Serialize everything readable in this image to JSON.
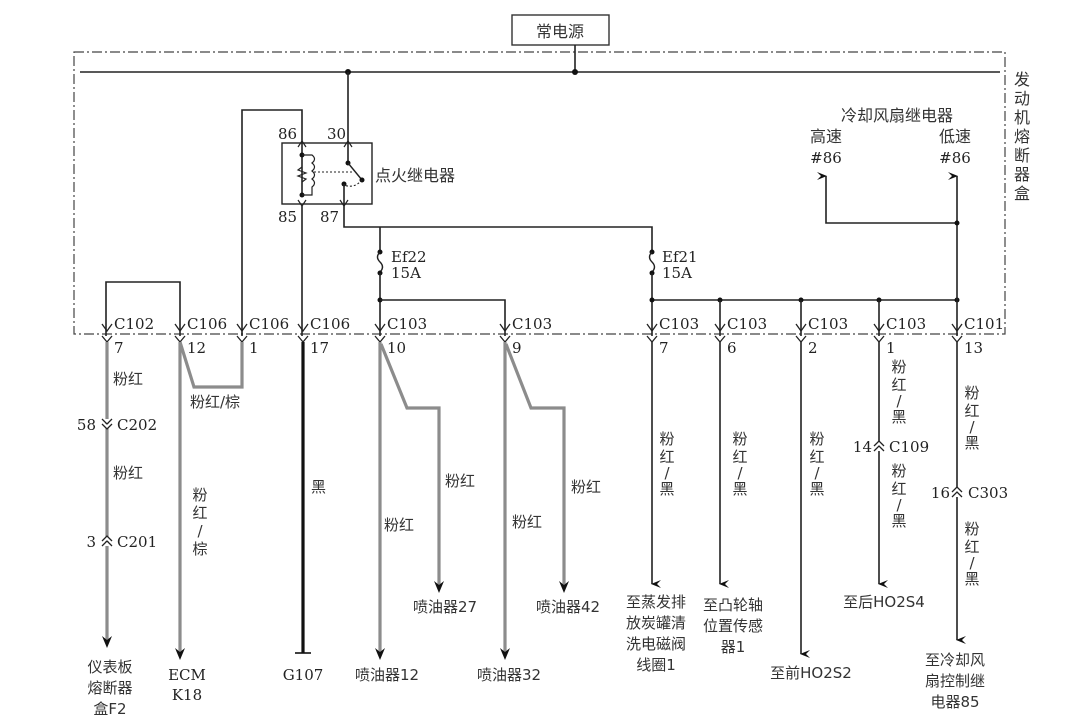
{
  "power_source": {
    "label": "常电源"
  },
  "fuse_box": {
    "label_vertical": [
      "发",
      "动",
      "机",
      "熔",
      "断",
      "器",
      "盒"
    ]
  },
  "ignition_relay": {
    "label": "点火继电器",
    "pins": {
      "p86": "86",
      "p30": "30",
      "p85": "85",
      "p87": "87"
    }
  },
  "fuses": [
    {
      "name": "Ef22",
      "rating": "15A"
    },
    {
      "name": "Ef21",
      "rating": "15A"
    }
  ],
  "cooling_fan_relay": {
    "label": "冷却风扇继电器",
    "high": {
      "label": "高速",
      "pin": "#86"
    },
    "low": {
      "label": "低速",
      "pin": "#86"
    }
  },
  "connectors": [
    {
      "name": "C102",
      "pin": "7"
    },
    {
      "name": "C106",
      "pin": "12"
    },
    {
      "name": "C106",
      "pin": "1"
    },
    {
      "name": "C106",
      "pin": "17"
    },
    {
      "name": "C103",
      "pin": "10"
    },
    {
      "name": "C103",
      "pin": "9"
    },
    {
      "name": "C103",
      "pin": "7"
    },
    {
      "name": "C103",
      "pin": "6"
    },
    {
      "name": "C103",
      "pin": "2"
    },
    {
      "name": "C103",
      "pin": "1"
    },
    {
      "name": "C101",
      "pin": "13"
    }
  ],
  "inline_connectors": {
    "c202": {
      "pin": "58",
      "name": "C202"
    },
    "c201": {
      "pin": "3",
      "name": "C201"
    },
    "c109": {
      "pin": "14",
      "name": "C109"
    },
    "c303": {
      "pin": "16",
      "name": "C303"
    }
  },
  "wire_colors": {
    "pink": "粉红",
    "pink_brown": "粉红/棕",
    "pink_brown_v": [
      "粉",
      "红",
      "/",
      "棕"
    ],
    "black": "黑",
    "pink_black_v": [
      "粉",
      "红",
      "/",
      "黑"
    ]
  },
  "destinations": {
    "ip_fuse": [
      "仪表板",
      "熔断器",
      "盒F2"
    ],
    "ecm": [
      "ECM",
      "K18"
    ],
    "ground": "G107",
    "inj12": "喷油器12",
    "inj27": "喷油器27",
    "inj32": "喷油器32",
    "inj42": "喷油器42",
    "evap": [
      "至蒸发排",
      "放炭罐清",
      "洗电磁阀",
      "线圈1"
    ],
    "cam": [
      "至凸轮轴",
      "位置传感",
      "器1"
    ],
    "front_o2": "至前HO2S2",
    "rear_o2": "至后HO2S4",
    "fan_ctrl": [
      "至冷却风",
      "扇控制继",
      "电器85"
    ]
  },
  "colors": {
    "wire_gray": "#8c8c8c",
    "wire_black": "#111111",
    "line": "#222222"
  }
}
